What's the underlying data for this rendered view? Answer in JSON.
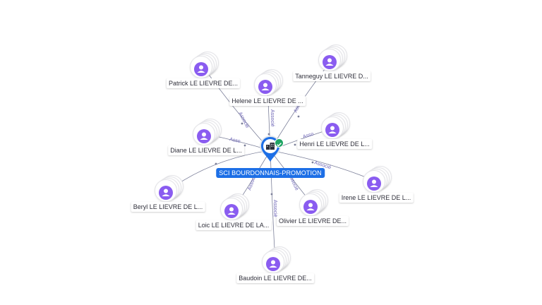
{
  "center": {
    "label": "SCI BOURDONNAIS-PROMOTION",
    "icon": "building-icon",
    "status_icon": "check-icon",
    "color": "#1d6fe6"
  },
  "people": [
    {
      "id": "patrick",
      "label": "Patrick LE LIEVRE DE...",
      "edge_label": "Associé"
    },
    {
      "id": "helene",
      "label": "Helene LE LIEVRE DE ...",
      "edge_label": "Associé"
    },
    {
      "id": "tanneguy",
      "label": "Tanneguy LE LIEVRE D...",
      "edge_label": "Asso"
    },
    {
      "id": "diane",
      "label": "Diane LE LIEVRE DE L...",
      "edge_label": "Asso"
    },
    {
      "id": "henri",
      "label": "Henri LE LIEVRE DE L...",
      "edge_label": "Asso"
    },
    {
      "id": "irene",
      "label": "Irene LE LIEVRE DE L...",
      "edge_label": "Associé"
    },
    {
      "id": "beryl",
      "label": "Beryl LE LIEVRE DE L...",
      "edge_label": ""
    },
    {
      "id": "loic",
      "label": "Loic LE LIEVRE DE LA...",
      "edge_label": "Associé"
    },
    {
      "id": "olivier",
      "label": "Olivier LE LIEVRE DE...",
      "edge_label": "Associé"
    },
    {
      "id": "baudoin",
      "label": "Baudoin LE LIEVRE DE...",
      "edge_label": "Associé"
    }
  ],
  "colors": {
    "person": "#8a5cf0",
    "edge": "#7b7f99",
    "edge_label": "#6b63b5"
  }
}
